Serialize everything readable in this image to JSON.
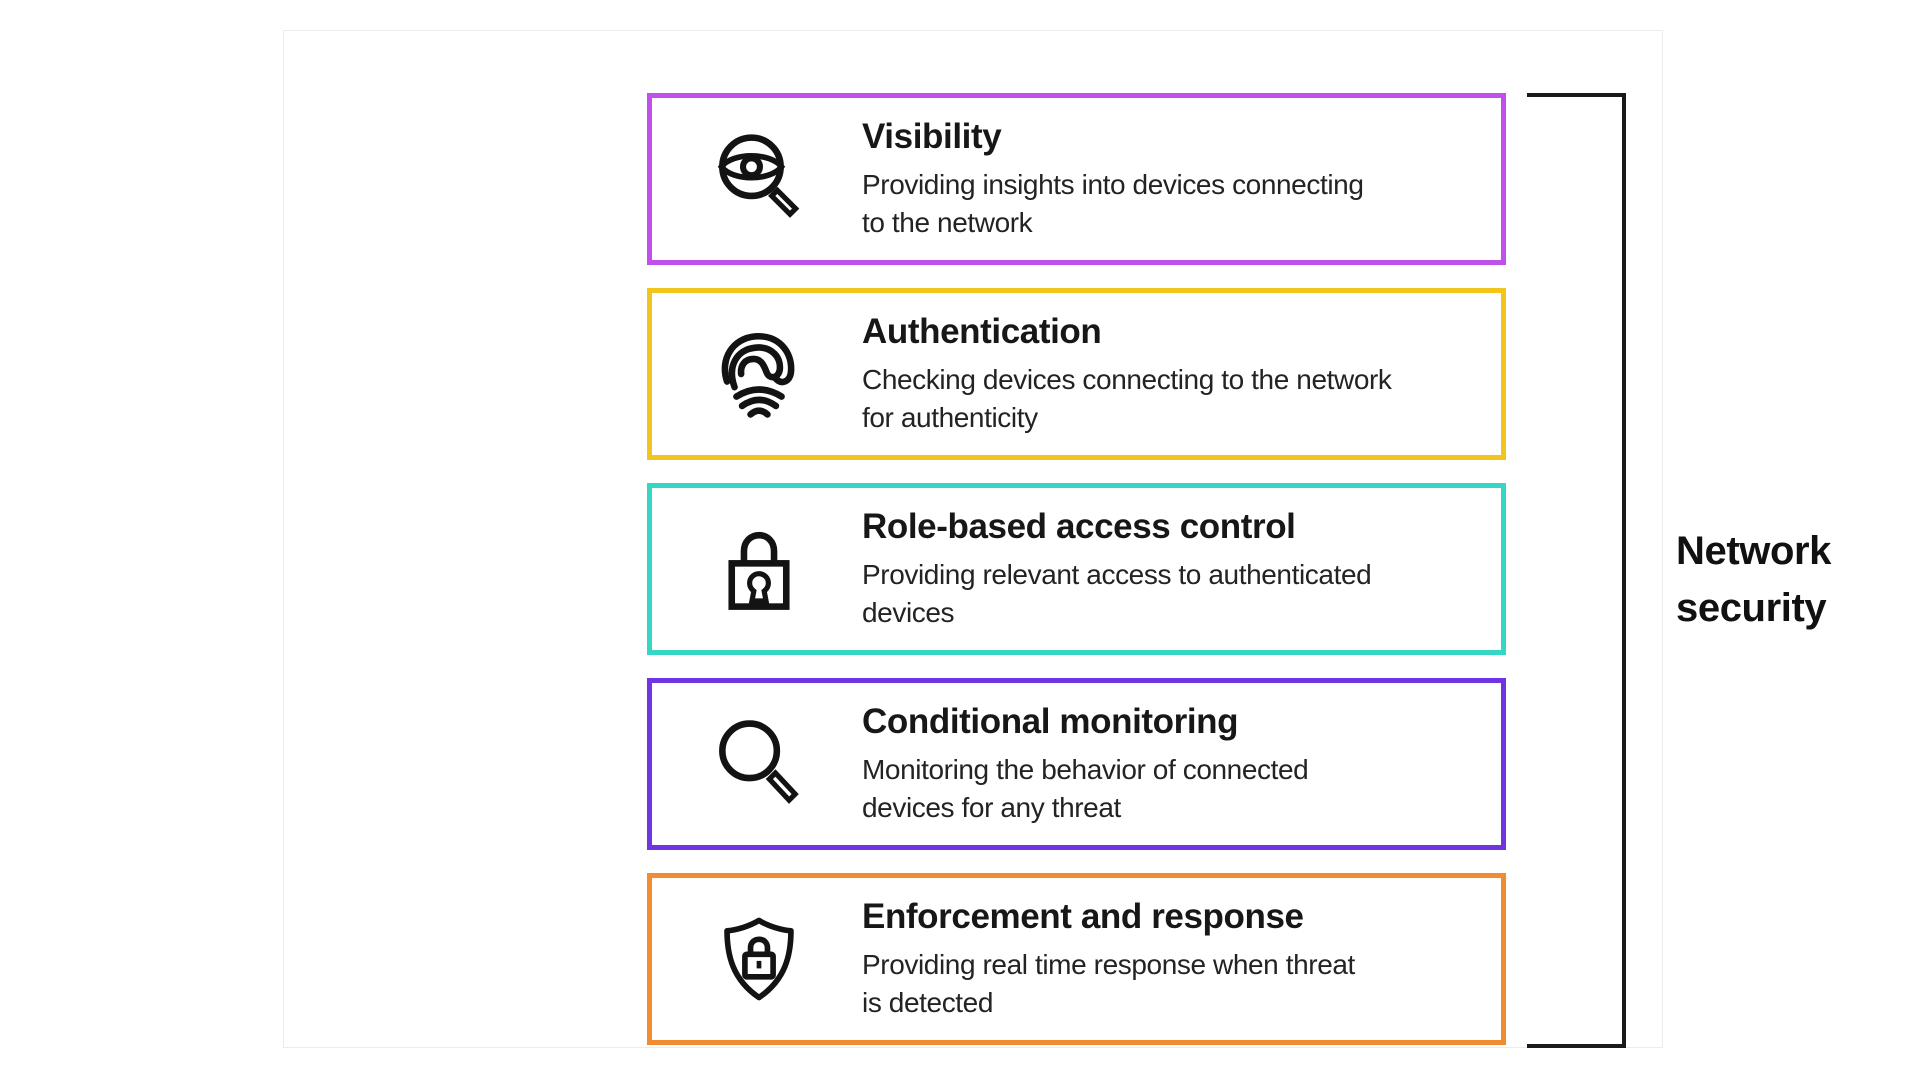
{
  "diagram": {
    "type": "layered-security-infographic",
    "group_label": "Network security"
  },
  "bracket": {
    "label": "Network security",
    "line_color": "#1a1a1a"
  },
  "rows": [
    {
      "id": "visibility",
      "title": "Visibility",
      "description": "Providing insights into devices connecting\nto the network",
      "icon": "magnifier-eye-icon",
      "border_color": "#C050EC"
    },
    {
      "id": "authentication",
      "title": "Authentication",
      "description": "Checking devices connecting to the network\nfor authenticity",
      "icon": "fingerprint-icon",
      "border_color": "#F2C51D"
    },
    {
      "id": "role-based-access-control",
      "title": "Role-based access control",
      "description": "Providing relevant access to authenticated\ndevices",
      "icon": "padlock-icon",
      "border_color": "#36D6C6"
    },
    {
      "id": "conditional-monitoring",
      "title": "Conditional monitoring",
      "description": "Monitoring the behavior of connected\ndevices for any threat",
      "icon": "magnifier-icon",
      "border_color": "#7134E2"
    },
    {
      "id": "enforcement-and-response",
      "title": "Enforcement and response",
      "description": "Providing real time response when threat\nis detected",
      "icon": "shield-lock-icon",
      "border_color": "#F28C33"
    }
  ]
}
